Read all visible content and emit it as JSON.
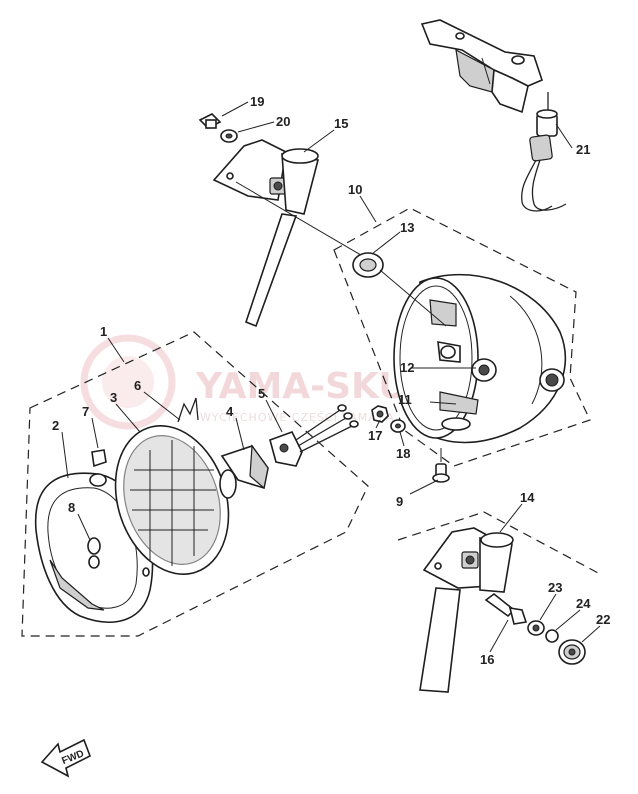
{
  "watermark": {
    "brand": "YAMA-SKUTERY",
    "subtitle": "WYCIECHOWE CZĘŚCI YAMAHA"
  },
  "direction_arrow": {
    "label": "FWD"
  },
  "callouts": [
    {
      "id": "c1",
      "label": "1"
    },
    {
      "id": "c2",
      "label": "2"
    },
    {
      "id": "c3",
      "label": "3"
    },
    {
      "id": "c4",
      "label": "4"
    },
    {
      "id": "c5",
      "label": "5"
    },
    {
      "id": "c6",
      "label": "6"
    },
    {
      "id": "c7",
      "label": "7"
    },
    {
      "id": "c8",
      "label": "8"
    },
    {
      "id": "c9",
      "label": "9"
    },
    {
      "id": "c10",
      "label": "10"
    },
    {
      "id": "c11",
      "label": "11"
    },
    {
      "id": "c12",
      "label": "12"
    },
    {
      "id": "c13",
      "label": "13"
    },
    {
      "id": "c14",
      "label": "14"
    },
    {
      "id": "c15",
      "label": "15"
    },
    {
      "id": "c16",
      "label": "16"
    },
    {
      "id": "c17",
      "label": "17"
    },
    {
      "id": "c18",
      "label": "18"
    },
    {
      "id": "c19",
      "label": "19"
    },
    {
      "id": "c20",
      "label": "20"
    },
    {
      "id": "c21",
      "label": "21"
    },
    {
      "id": "c22",
      "label": "22"
    },
    {
      "id": "c23",
      "label": "23"
    },
    {
      "id": "c24",
      "label": "24"
    }
  ]
}
